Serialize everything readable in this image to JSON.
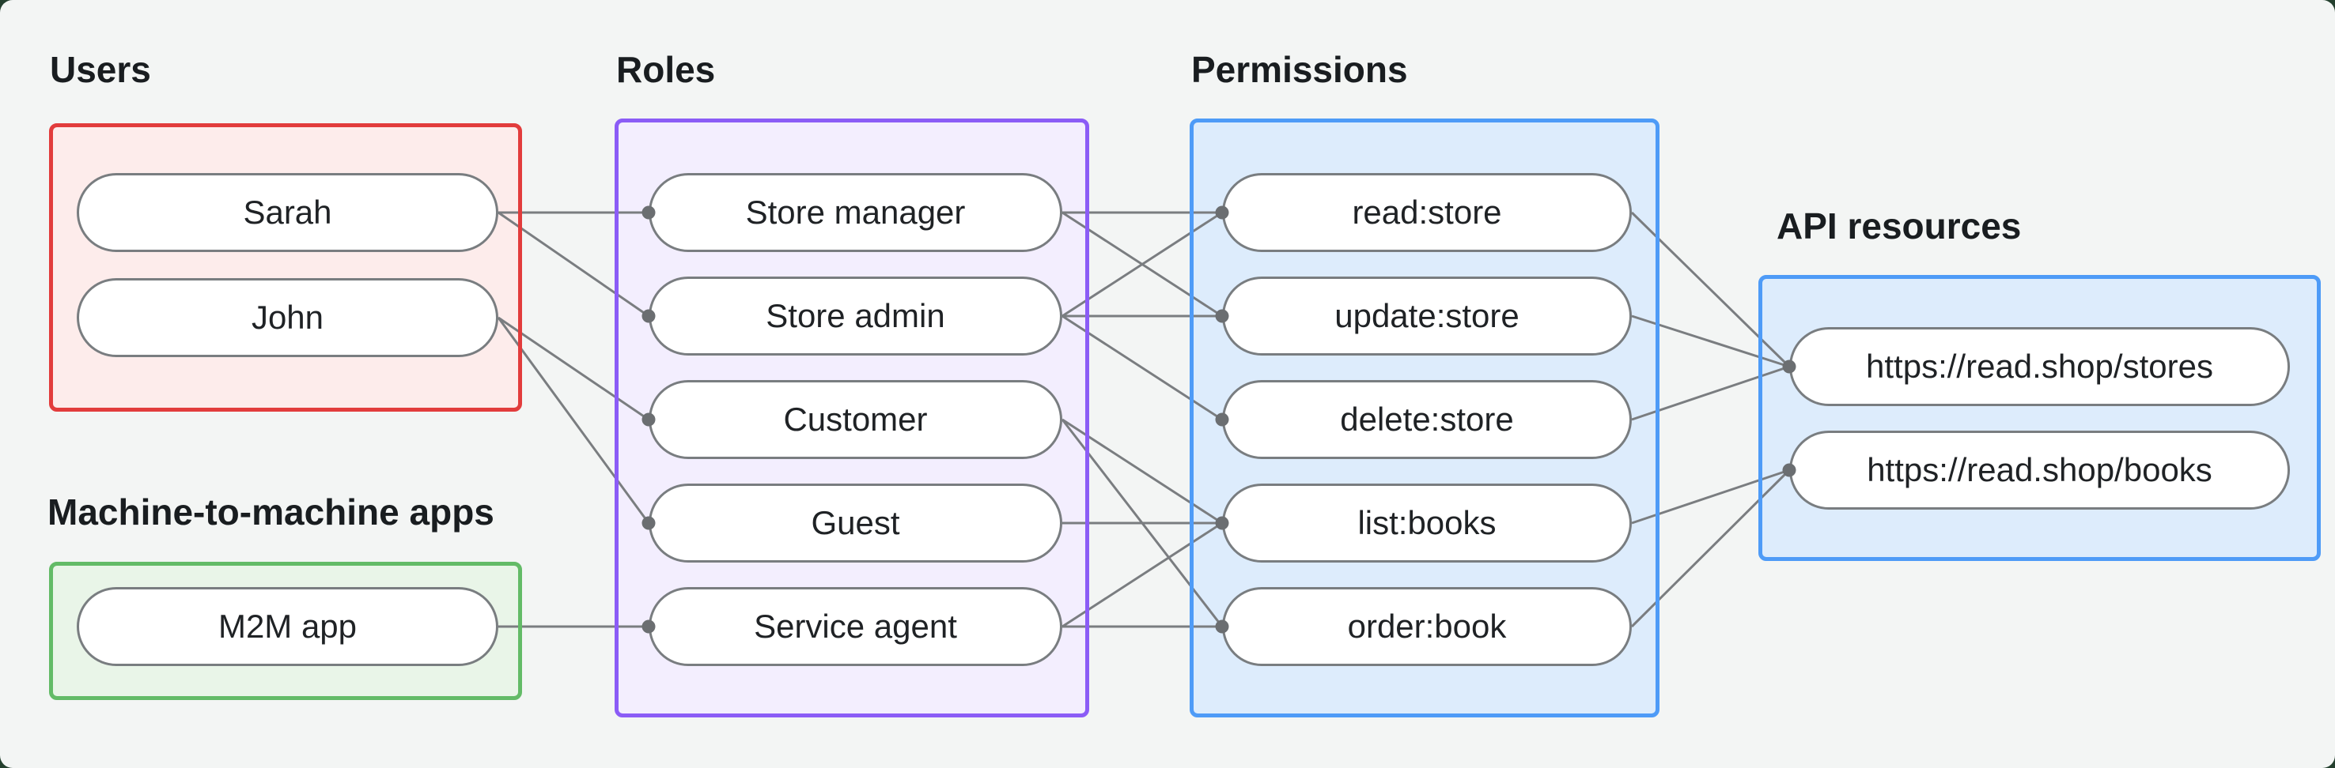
{
  "groups": [
    {
      "id": "users",
      "label": "Users",
      "border_color": "#e23c3c",
      "fill_color": "#fdeceb",
      "nodes": [
        {
          "id": "sarah",
          "label": "Sarah"
        },
        {
          "id": "john",
          "label": "John"
        }
      ]
    },
    {
      "id": "m2m",
      "label": "Machine-to-machine apps",
      "border_color": "#63bb67",
      "fill_color": "#e9f5e8",
      "nodes": [
        {
          "id": "m2m_app",
          "label": "M2M app"
        }
      ]
    },
    {
      "id": "roles",
      "label": "Roles",
      "border_color": "#8b5cf6",
      "fill_color": "#f3eefe",
      "nodes": [
        {
          "id": "store_manager",
          "label": "Store manager"
        },
        {
          "id": "store_admin",
          "label": "Store admin"
        },
        {
          "id": "customer",
          "label": "Customer"
        },
        {
          "id": "guest",
          "label": "Guest"
        },
        {
          "id": "service_agent",
          "label": "Service agent"
        }
      ]
    },
    {
      "id": "permissions",
      "label": "Permissions",
      "border_color": "#4e9bf7",
      "fill_color": "#ddecfc",
      "nodes": [
        {
          "id": "read_store",
          "label": "read:store"
        },
        {
          "id": "update_store",
          "label": "update:store"
        },
        {
          "id": "delete_store",
          "label": "delete:store"
        },
        {
          "id": "list_books",
          "label": "list:books"
        },
        {
          "id": "order_book",
          "label": "order:book"
        }
      ]
    },
    {
      "id": "api",
      "label": "API resources",
      "border_color": "#4e9bf7",
      "fill_color": "#ddecfc",
      "nodes": [
        {
          "id": "stores_api",
          "label": "https://read.shop/stores"
        },
        {
          "id": "books_api",
          "label": "https://read.shop/books"
        }
      ]
    }
  ],
  "edges": [
    {
      "from": "sarah",
      "to": "store_manager"
    },
    {
      "from": "sarah",
      "to": "store_admin"
    },
    {
      "from": "john",
      "to": "customer"
    },
    {
      "from": "john",
      "to": "guest"
    },
    {
      "from": "m2m_app",
      "to": "service_agent"
    },
    {
      "from": "store_manager",
      "to": "read_store"
    },
    {
      "from": "store_manager",
      "to": "update_store"
    },
    {
      "from": "store_admin",
      "to": "read_store"
    },
    {
      "from": "store_admin",
      "to": "update_store"
    },
    {
      "from": "store_admin",
      "to": "delete_store"
    },
    {
      "from": "customer",
      "to": "list_books"
    },
    {
      "from": "customer",
      "to": "order_book"
    },
    {
      "from": "guest",
      "to": "list_books"
    },
    {
      "from": "service_agent",
      "to": "list_books"
    },
    {
      "from": "service_agent",
      "to": "order_book"
    },
    {
      "from": "read_store",
      "to": "stores_api"
    },
    {
      "from": "update_store",
      "to": "stores_api"
    },
    {
      "from": "delete_store",
      "to": "stores_api"
    },
    {
      "from": "list_books",
      "to": "books_api"
    },
    {
      "from": "order_book",
      "to": "books_api"
    }
  ],
  "style": {
    "background": "#f3f5f4",
    "page_corner_color": "#24402e",
    "node_fill": "#ffffff",
    "node_border": "#797d80",
    "edge_color": "#7a7d80",
    "dot_color": "#6b6e71",
    "text_color": "#1f2225",
    "label_color": "#191d20"
  }
}
